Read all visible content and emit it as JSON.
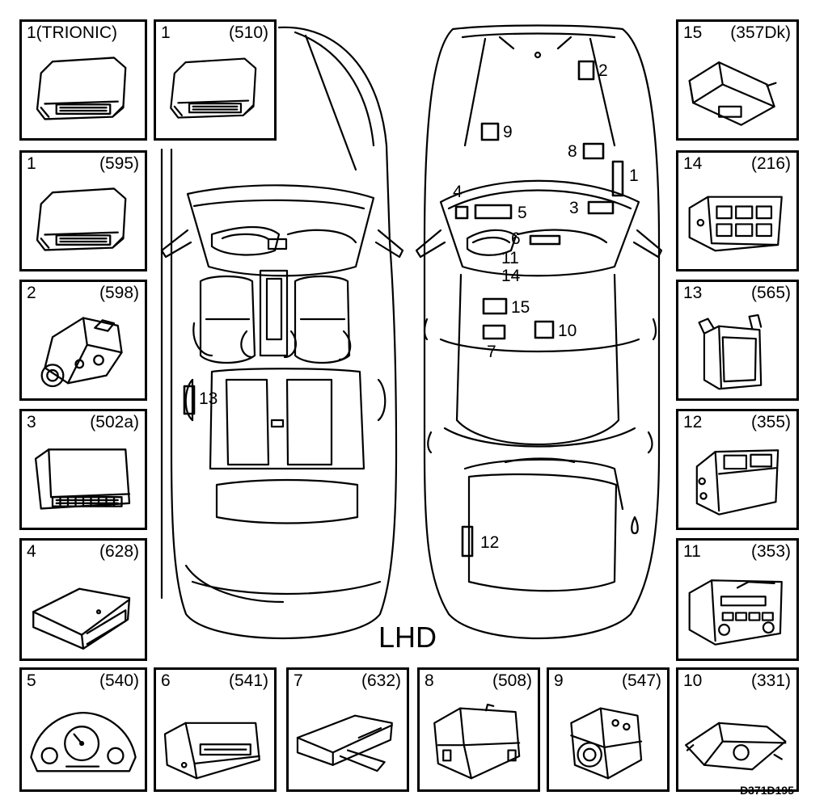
{
  "figure": {
    "center_label": "LHD",
    "drawing_id": "D371D195"
  },
  "panels": [
    {
      "id": "p-trionic",
      "num": "1(TRIONIC)",
      "code": "",
      "icon": "ecu-module-icon"
    },
    {
      "id": "p-510",
      "num": "1",
      "code": "(510)",
      "icon": "ecu-module-icon"
    },
    {
      "id": "p-357dk",
      "num": "15",
      "code": "(357Dk)",
      "icon": "control-module-icon"
    },
    {
      "id": "p-595",
      "num": "1",
      "code": "(595)",
      "icon": "ecu-module-icon"
    },
    {
      "id": "p-216",
      "num": "14",
      "code": "(216)",
      "icon": "climate-control-panel-icon"
    },
    {
      "id": "p-598",
      "num": "2",
      "code": "(598)",
      "icon": "injection-pump-icon"
    },
    {
      "id": "p-565",
      "num": "13",
      "code": "(565)",
      "icon": "module-bracket-icon"
    },
    {
      "id": "p-502a",
      "num": "3",
      "code": "(502a)",
      "icon": "control-box-icon"
    },
    {
      "id": "p-355",
      "num": "12",
      "code": "(355)",
      "icon": "cd-changer-icon"
    },
    {
      "id": "p-628",
      "num": "4",
      "code": "(628)",
      "icon": "flat-module-icon"
    },
    {
      "id": "p-353",
      "num": "11",
      "code": "(353)",
      "icon": "radio-unit-icon"
    },
    {
      "id": "p-540",
      "num": "5",
      "code": "(540)",
      "icon": "instrument-cluster-icon"
    },
    {
      "id": "p-541",
      "num": "6",
      "code": "(541)",
      "icon": "info-display-icon"
    },
    {
      "id": "p-632",
      "num": "7",
      "code": "(632)",
      "icon": "bracket-module-icon"
    },
    {
      "id": "p-508",
      "num": "8",
      "code": "(508)",
      "icon": "fuse-box-icon"
    },
    {
      "id": "p-547",
      "num": "9",
      "code": "(547)",
      "icon": "abs-unit-icon"
    },
    {
      "id": "p-331",
      "num": "10",
      "code": "(331)",
      "icon": "airbag-module-icon"
    }
  ],
  "locations": [
    {
      "id": "loc-1",
      "label": "1"
    },
    {
      "id": "loc-2",
      "label": "2"
    },
    {
      "id": "loc-3",
      "label": "3"
    },
    {
      "id": "loc-4",
      "label": "4"
    },
    {
      "id": "loc-5",
      "label": "5"
    },
    {
      "id": "loc-6",
      "label": "6"
    },
    {
      "id": "loc-7",
      "label": "7"
    },
    {
      "id": "loc-8",
      "label": "8"
    },
    {
      "id": "loc-9",
      "label": "9"
    },
    {
      "id": "loc-10",
      "label": "10"
    },
    {
      "id": "loc-11",
      "label": "11"
    },
    {
      "id": "loc-12",
      "label": "12"
    },
    {
      "id": "loc-13",
      "label": "13"
    },
    {
      "id": "loc-14",
      "label": "14"
    },
    {
      "id": "loc-15",
      "label": "15"
    }
  ]
}
